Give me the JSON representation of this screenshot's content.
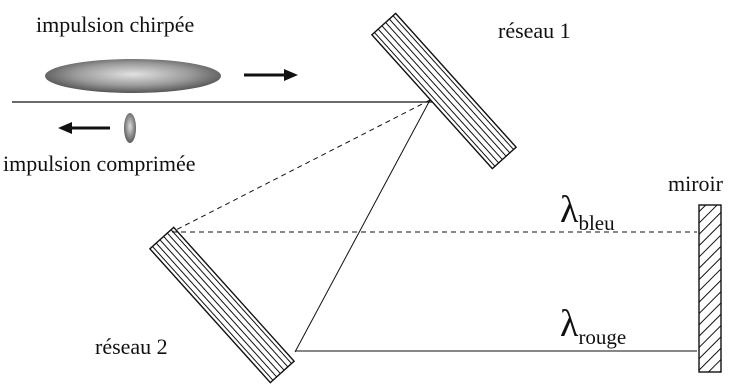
{
  "labels": {
    "chirped_pulse": "impulsion chirpée",
    "compressed_pulse": "impulsion comprimée",
    "grating_1": "réseau 1",
    "grating_2": "réseau 2",
    "mirror": "miroir"
  },
  "wavelengths": {
    "blue": {
      "symbol": "λ",
      "subscript": "bleu"
    },
    "red": {
      "symbol": "λ",
      "subscript": "rouge"
    }
  }
}
